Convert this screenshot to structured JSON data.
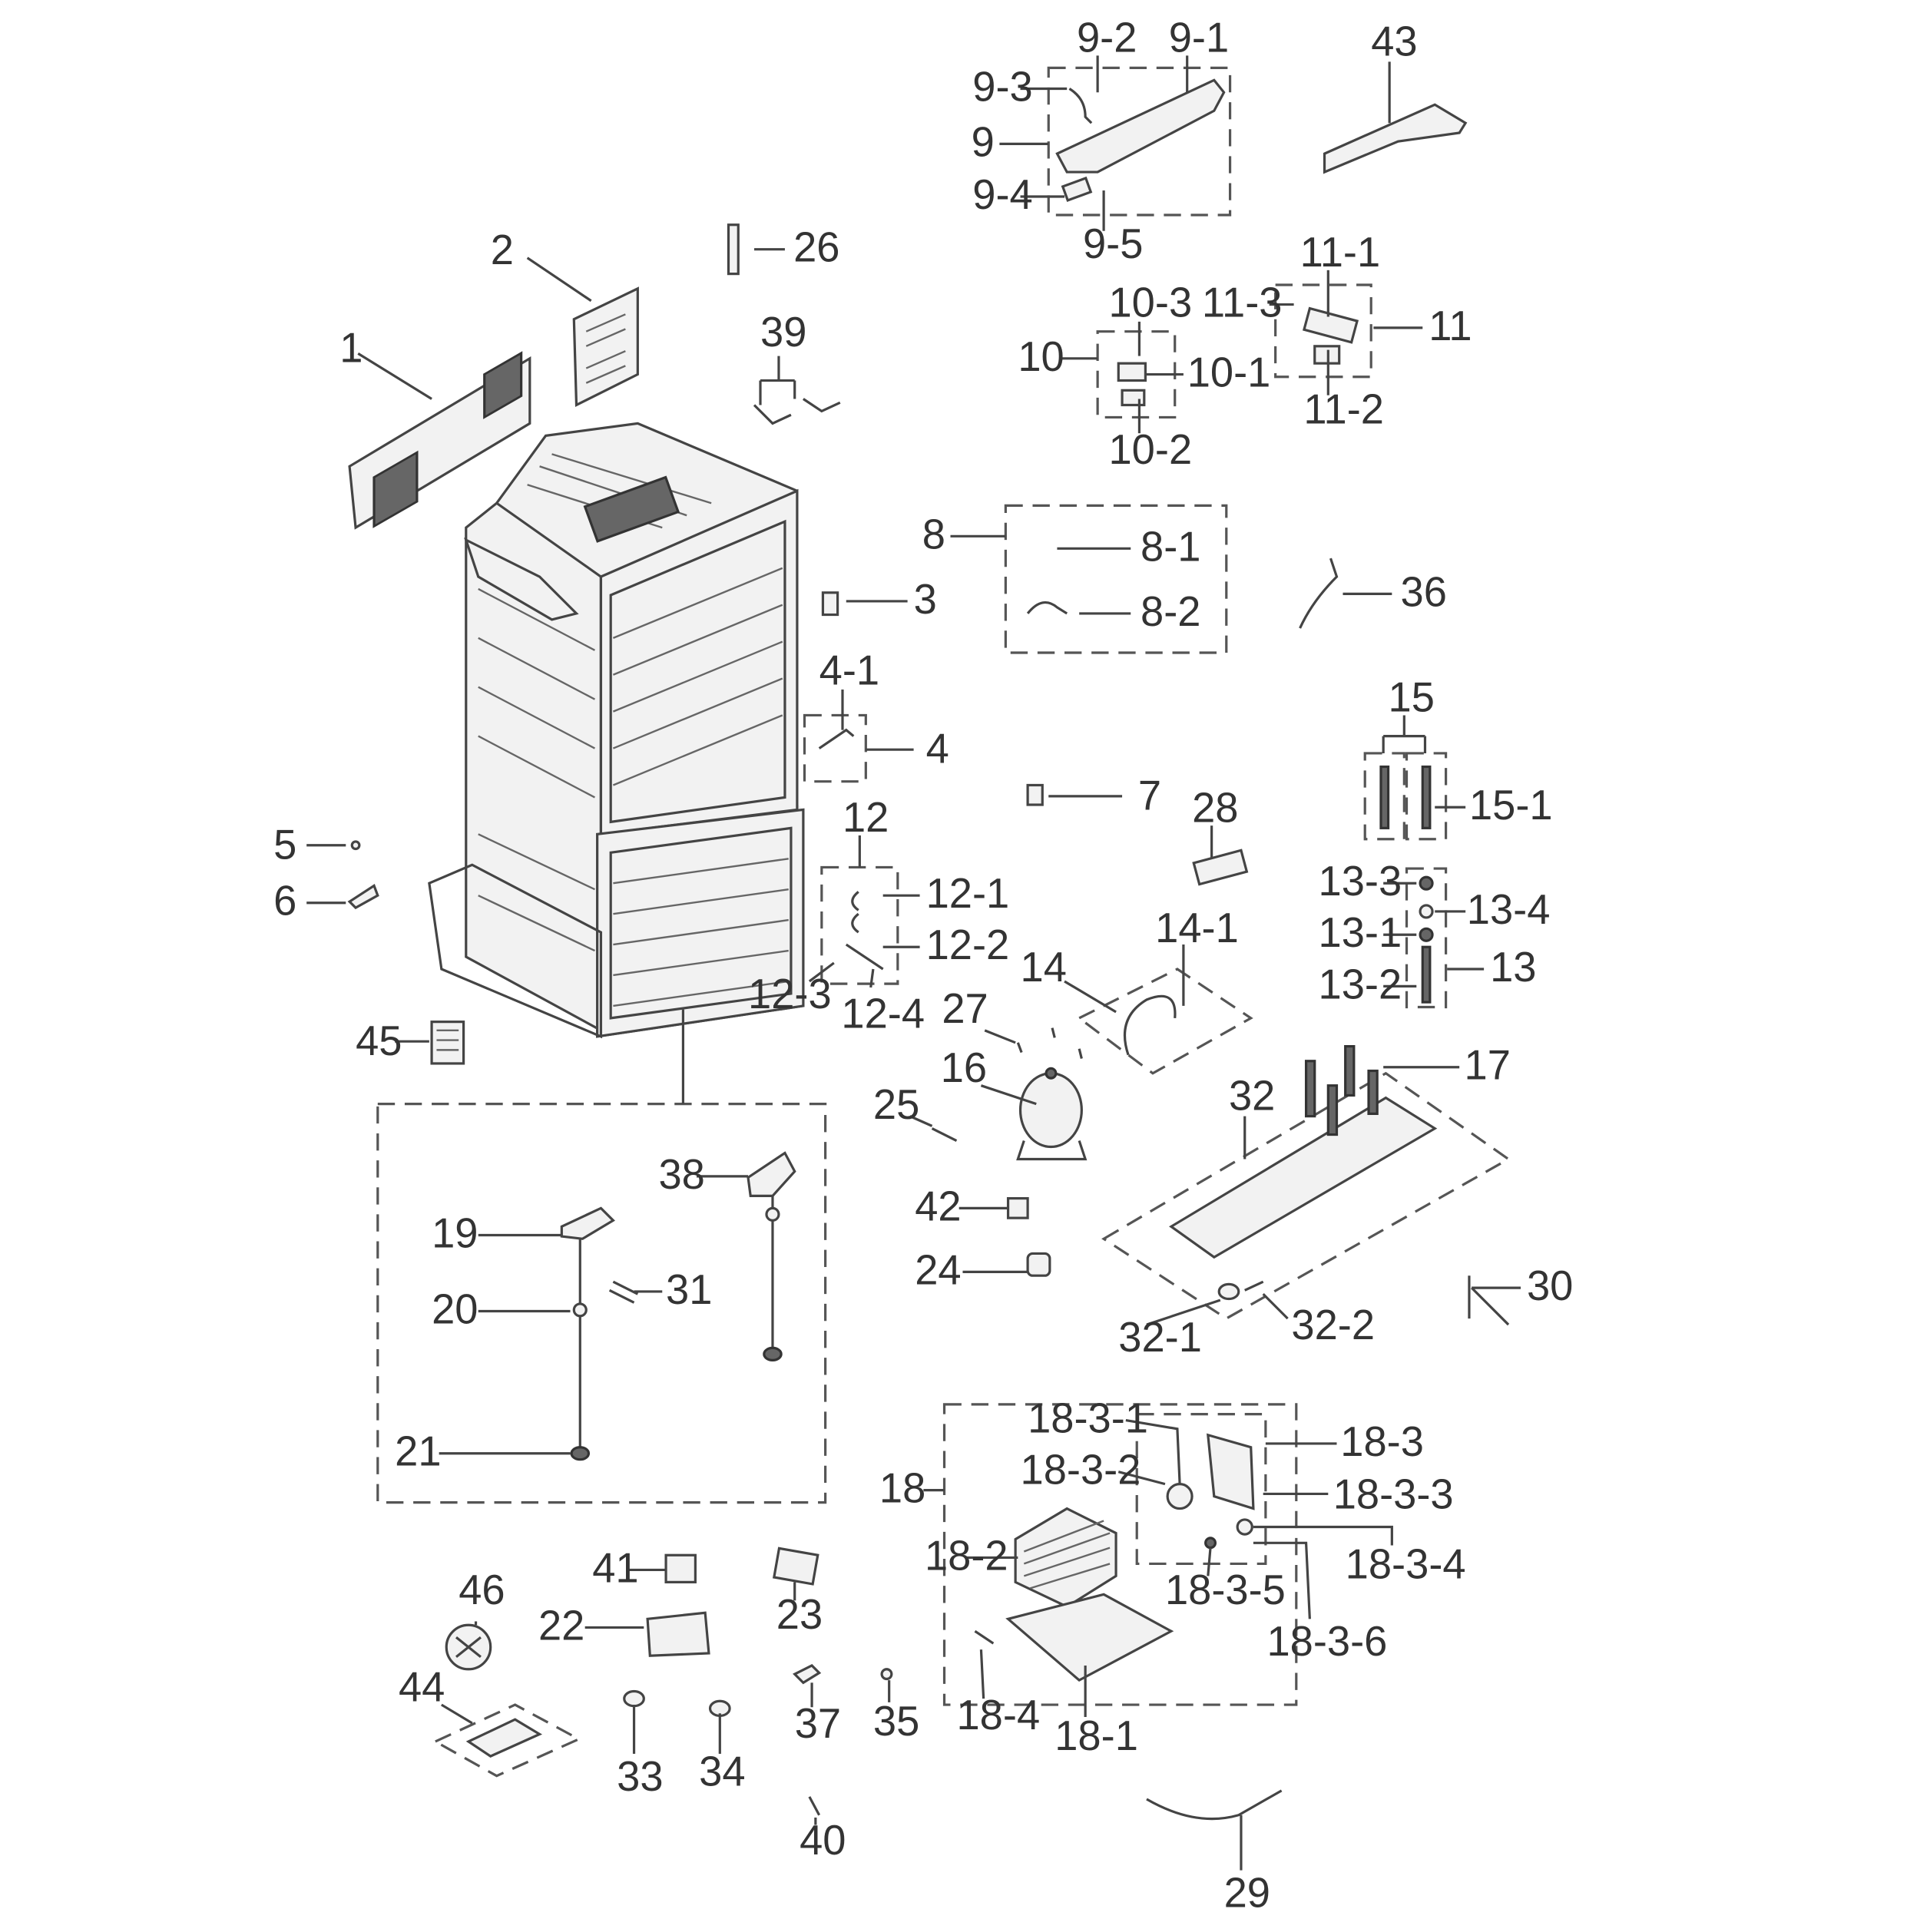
{
  "labels": {
    "l9_2": "9-2",
    "l9_1": "9-1",
    "l9_3": "9-3",
    "l9": "9",
    "l9_4": "9-4",
    "l9_5": "9-5",
    "l43": "43",
    "l26": "26",
    "l2": "2",
    "l1": "1",
    "l39": "39",
    "l10_3": "10-3",
    "l10": "10",
    "l10_1": "10-1",
    "l10_2": "10-2",
    "l11_1": "11-1",
    "l11_3": "11-3",
    "l11": "11",
    "l11_2": "11-2",
    "l8": "8",
    "l8_1": "8-1",
    "l8_2": "8-2",
    "l36": "36",
    "l3": "3",
    "l4_1": "4-1",
    "l4": "4",
    "l15": "15",
    "l15_1": "15-1",
    "l7": "7",
    "l28": "28",
    "l5": "5",
    "l6": "6",
    "l12": "12",
    "l12_1": "12-1",
    "l12_2": "12-2",
    "l12_3": "12-3",
    "l12_4": "12-4",
    "l13_3": "13-3",
    "l13_4": "13-4",
    "l13_1": "13-1",
    "l13": "13",
    "l13_2": "13-2",
    "l14_1": "14-1",
    "l14": "14",
    "l27": "27",
    "l45": "45",
    "l16": "16",
    "l17": "17",
    "l32": "32",
    "l25": "25",
    "l38": "38",
    "l19": "19",
    "l31": "31",
    "l20": "20",
    "l21": "21",
    "l42": "42",
    "l24": "24",
    "l30": "30",
    "l32_1": "32-1",
    "l32_2": "32-2",
    "l18_3_1": "18-3-1",
    "l18_3": "18-3",
    "l18_3_2": "18-3-2",
    "l18": "18",
    "l18_3_3": "18-3-3",
    "l18_2": "18-2",
    "l18_3_4": "18-3-4",
    "l18_3_5": "18-3-5",
    "l18_3_6": "18-3-6",
    "l41": "41",
    "l23": "23",
    "l46": "46",
    "l22": "22",
    "l44": "44",
    "l37": "37",
    "l35": "35",
    "l18_4": "18-4",
    "l18_1": "18-1",
    "l33": "33",
    "l34": "34",
    "l40": "40",
    "l29": "29"
  }
}
